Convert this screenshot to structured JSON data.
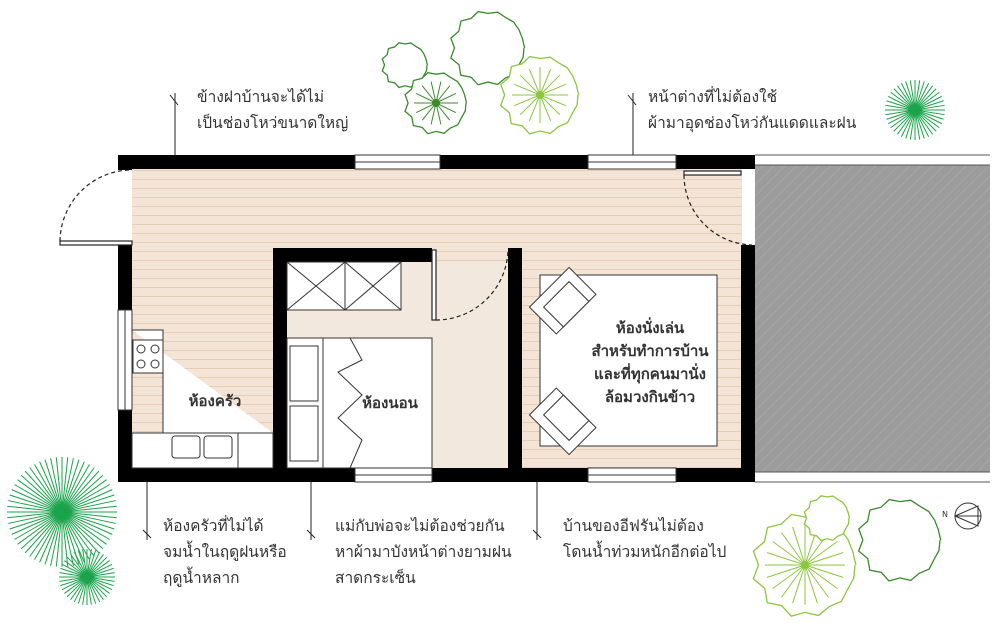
{
  "notes": {
    "top_left": "ข้างฝาบ้านจะได้ไม่\nเป็นช่องโหว่ขนาดใหญ่",
    "top_right": "หน้าต่างที่ไม่ต้องใช้\nผ้ามาอุดช่องโหว่กันแดดและฝน",
    "bottom_left": "ห้องครัวที่ไม่ได้\nจมน้ำในฤดูฝนหรือ\nฤดูน้ำหลาก",
    "bottom_middle": "แม่กับพ่อจะไม่ต้องช่วยกัน\nหาผ้ามาบังหน้าต่างยามฝน\nสาดกระเซ็น",
    "bottom_right": "บ้านของอีฟรันไม่ต้อง\nโดนน้ำท่วมหนักอีกต่อไป"
  },
  "rooms": {
    "kitchen": "ห้องครัว",
    "bedroom": "ห้องนอน",
    "living": "ห้องนั่งเล่น\nสำหรับทำการบ้าน\nและที่ทุกคนมานั่ง\nล้อมวงกินข้าว"
  },
  "compass": "N",
  "colors": {
    "wall": "#000000",
    "floor": "#f3e4d6",
    "deck": "#9c9c9c",
    "tree_dark": "#3a8a2a",
    "tree_light": "#8cc63f",
    "tree_green": "#1aa34a"
  }
}
